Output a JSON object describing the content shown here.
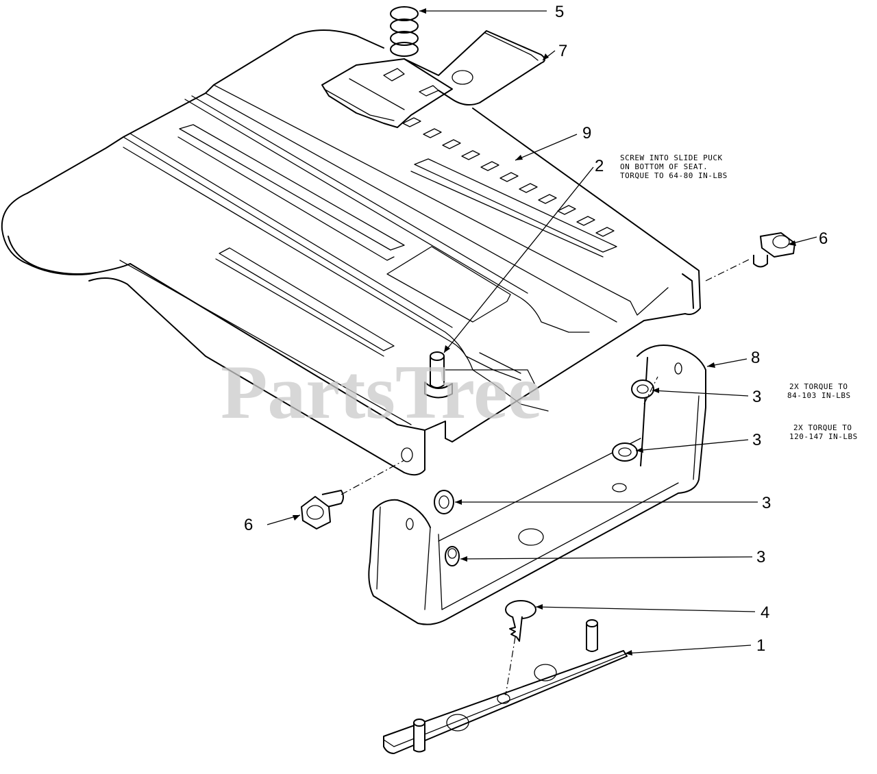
{
  "diagram": {
    "watermark": "PartsTree",
    "callouts": [
      {
        "id": "c5",
        "label": "5"
      },
      {
        "id": "c7",
        "label": "7"
      },
      {
        "id": "c9",
        "label": "9"
      },
      {
        "id": "c2",
        "label": "2"
      },
      {
        "id": "c6a",
        "label": "6"
      },
      {
        "id": "c8",
        "label": "8"
      },
      {
        "id": "c3a",
        "label": "3"
      },
      {
        "id": "c3b",
        "label": "3"
      },
      {
        "id": "c3c",
        "label": "3"
      },
      {
        "id": "c3d",
        "label": "3"
      },
      {
        "id": "c6b",
        "label": "6"
      },
      {
        "id": "c4",
        "label": "4"
      },
      {
        "id": "c1",
        "label": "1"
      }
    ],
    "notes": {
      "slide_puck": [
        "SCREW INTO SLIDE PUCK",
        "ON BOTTOM OF SEAT.",
        "TORQUE TO 64-80 IN-LBS"
      ],
      "torque_upper": [
        "2X TORQUE TO",
        "84-103 IN-LBS"
      ],
      "torque_lower": [
        "2X TORQUE TO",
        "120-147 IN-LBS"
      ]
    }
  }
}
